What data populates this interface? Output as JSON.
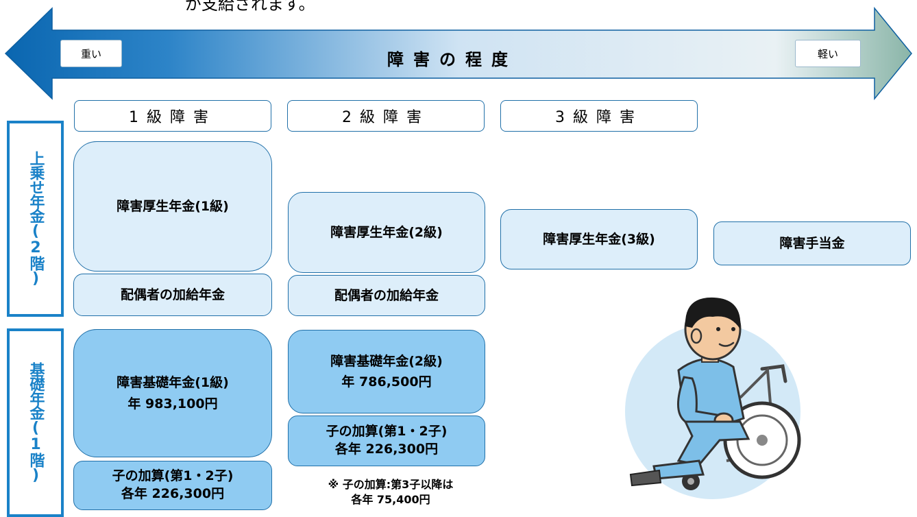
{
  "intro_text": "が支給されます。",
  "arrow": {
    "title": "障害の程度",
    "left_label": "重い",
    "right_label": "軽い"
  },
  "grades": [
    "1級障害",
    "2級障害",
    "3級障害"
  ],
  "tiers": {
    "upper": "上乗せ年金(2階)",
    "lower": "基礎年金(1階)"
  },
  "grade1": {
    "employee": "障害厚生年金(1級)",
    "spouse": "配偶者の加給年金",
    "basic_title": "障害基礎年金(1級)",
    "basic_amount": "年 983,100円",
    "child_title": "子の加算(第1・2子)",
    "child_amount": "各年 226,300円"
  },
  "grade2": {
    "employee": "障害厚生年金(2級)",
    "spouse": "配偶者の加給年金",
    "basic_title": "障害基礎年金(2級)",
    "basic_amount": "年 786,500円",
    "child_title": "子の加算(第1・2子)",
    "child_amount": "各年 226,300円"
  },
  "note": {
    "line1": "※ 子の加算:第3子以降は",
    "line2": "各年 75,400円"
  },
  "grade3": {
    "employee": "障害厚生年金(3級)"
  },
  "allowance": "障害手当金",
  "colors": {
    "accent_blue": "#1a82c8",
    "box_light": "#ddeefa",
    "box_mid": "#8fcbf2",
    "border": "#1f6fa8"
  },
  "illustration": "wheelchair-person"
}
